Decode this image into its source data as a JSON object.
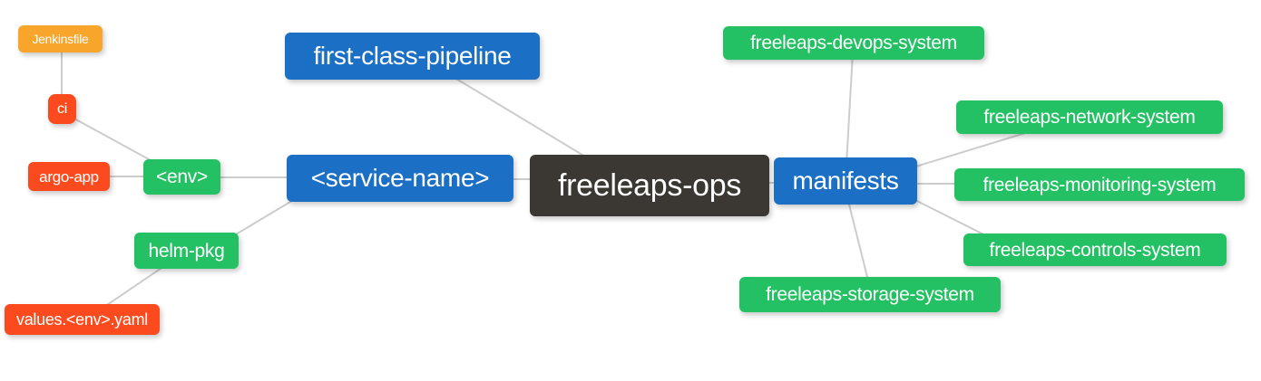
{
  "diagram": {
    "title": "freeleaps-ops mind map",
    "background": "#ffffff",
    "edge_color": "#cccccc"
  },
  "colors": {
    "blue": "#1b6fc4",
    "green": "#23c163",
    "red": "#fb4b1e",
    "amber": "#f7a52b",
    "dark": "#3b3733"
  },
  "nodes": {
    "root": {
      "label": "freeleaps-ops"
    },
    "first_class_pipeline": {
      "label": "first-class-pipeline"
    },
    "service_name": {
      "label": "<service-name>"
    },
    "env": {
      "label": "<env>"
    },
    "ci": {
      "label": "ci"
    },
    "jenkinsfile": {
      "label": "Jenkinsfile"
    },
    "argo_app": {
      "label": "argo-app"
    },
    "helm_pkg": {
      "label": "helm-pkg"
    },
    "values_env_yaml": {
      "label": "values.<env>.yaml"
    },
    "manifests": {
      "label": "manifests"
    },
    "devops_system": {
      "label": "freeleaps-devops-system"
    },
    "network_system": {
      "label": "freeleaps-network-system"
    },
    "monitoring_system": {
      "label": "freeleaps-monitoring-system"
    },
    "controls_system": {
      "label": "freeleaps-controls-system"
    },
    "storage_system": {
      "label": "freeleaps-storage-system"
    }
  },
  "edges": [
    {
      "from": "jenkinsfile",
      "to": "ci"
    },
    {
      "from": "ci",
      "to": "env"
    },
    {
      "from": "argo_app",
      "to": "env"
    },
    {
      "from": "env",
      "to": "service_name"
    },
    {
      "from": "helm_pkg",
      "to": "service_name"
    },
    {
      "from": "values_env_yaml",
      "to": "helm_pkg"
    },
    {
      "from": "first_class_pipeline",
      "to": "root"
    },
    {
      "from": "service_name",
      "to": "root"
    },
    {
      "from": "root",
      "to": "manifests"
    },
    {
      "from": "manifests",
      "to": "devops_system"
    },
    {
      "from": "manifests",
      "to": "network_system"
    },
    {
      "from": "manifests",
      "to": "monitoring_system"
    },
    {
      "from": "manifests",
      "to": "controls_system"
    },
    {
      "from": "manifests",
      "to": "storage_system"
    }
  ]
}
